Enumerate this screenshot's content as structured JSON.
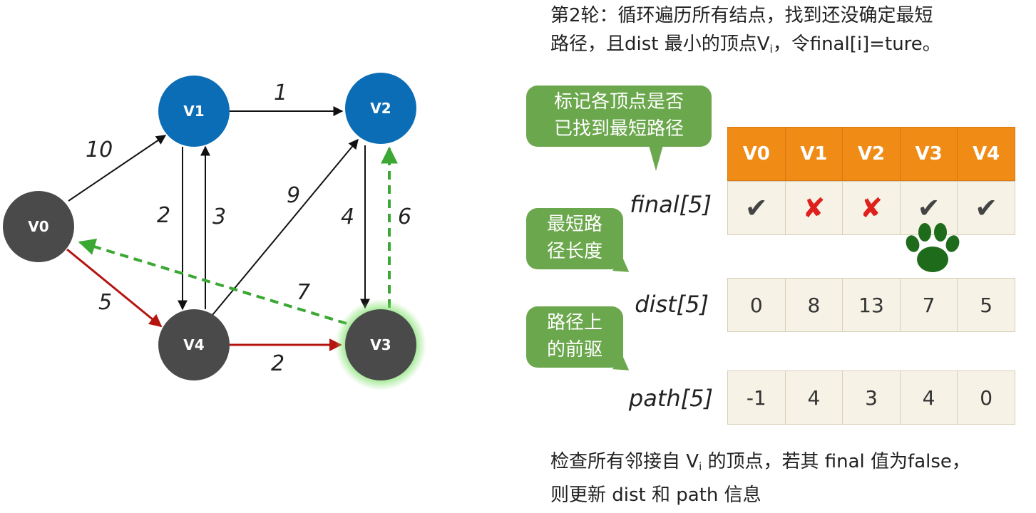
{
  "graph": {
    "nodes": [
      {
        "id": "V0",
        "label": "V0",
        "color": "#4a4a4a"
      },
      {
        "id": "V1",
        "label": "V1",
        "color": "#0a6db5"
      },
      {
        "id": "V2",
        "label": "V2",
        "color": "#0a6db5"
      },
      {
        "id": "V3",
        "label": "V3",
        "color": "#4a4a4a",
        "highlight": "#5fcf4a"
      },
      {
        "id": "V4",
        "label": "V4",
        "color": "#4a4a4a"
      }
    ],
    "edges": [
      {
        "from": "V0",
        "to": "V1",
        "weight": "10",
        "style": "solid",
        "color": "#111111"
      },
      {
        "from": "V1",
        "to": "V2",
        "weight": "1",
        "style": "solid",
        "color": "#111111"
      },
      {
        "from": "V1",
        "to": "V4",
        "weight": "2",
        "style": "solid",
        "color": "#111111"
      },
      {
        "from": "V4",
        "to": "V1",
        "weight": "3",
        "style": "solid",
        "color": "#111111"
      },
      {
        "from": "V4",
        "to": "V2",
        "weight": "9",
        "style": "solid",
        "color": "#111111"
      },
      {
        "from": "V2",
        "to": "V3",
        "weight": "4",
        "style": "solid",
        "color": "#111111"
      },
      {
        "from": "V3",
        "to": "V2",
        "weight": "6",
        "style": "dashed",
        "color": "#3aa832"
      },
      {
        "from": "V3",
        "to": "V0",
        "weight": "7",
        "style": "dashed",
        "color": "#3aa832"
      },
      {
        "from": "V0",
        "to": "V4",
        "weight": "5",
        "style": "solid",
        "color": "#b5140f"
      },
      {
        "from": "V4",
        "to": "V3",
        "weight": "2",
        "style": "solid",
        "color": "#b5140f"
      }
    ]
  },
  "header": {
    "line1": "第2轮：循环遍历所有结点，找到还没确定最短",
    "line2_pre": "路径，且dist 最小的顶点V",
    "line2_sub": "i",
    "line2_post": "，令final[i]=ture。"
  },
  "bubbles": {
    "final_line1": "标记各顶点是否",
    "final_line2": "已找到最短路径",
    "dist_line1": "最短路",
    "dist_line2": "径长度",
    "path_line1": "路径上",
    "path_line2": "的前驱"
  },
  "table": {
    "headers": [
      "V0",
      "V1",
      "V2",
      "V3",
      "V4"
    ],
    "final_label": "final[5]",
    "dist_label": "dist[5]",
    "path_label": "path[5]",
    "final": [
      "✔",
      "✘",
      "✘",
      "✔",
      "✔"
    ],
    "dist": [
      "0",
      "8",
      "13",
      "7",
      "5"
    ],
    "path": [
      "-1",
      "4",
      "3",
      "4",
      "0"
    ]
  },
  "footer": {
    "line1_pre": "检查所有邻接自 V",
    "line1_sub": "i",
    "line1_post": " 的顶点，若其 final 值为false，",
    "line2": "则更新 dist 和 path 信息"
  },
  "icons": {
    "paw": "paw-icon",
    "paw_color": "#1f6b1c"
  },
  "colors": {
    "header_orange": "#f08b16",
    "bubble_green": "#6ba74c",
    "check": "#444444",
    "cross": "#e0201c"
  }
}
